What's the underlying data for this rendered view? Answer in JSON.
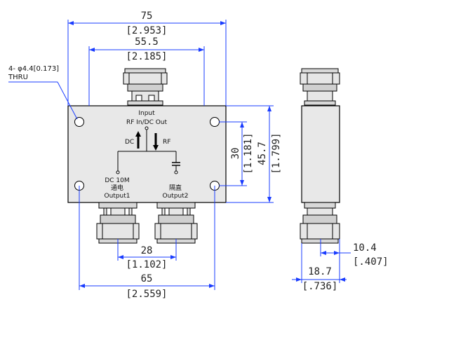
{
  "dims": {
    "overall_width_mm": "75",
    "overall_width_in": "[2.953]",
    "connector_span_mm": "55.5",
    "connector_span_in": "[2.185]",
    "hole_spacing_v_mm": "30",
    "hole_spacing_v_in": "[1.181]",
    "body_height_mm": "45.7",
    "body_height_in": "[1.799]",
    "output_pitch_mm": "28",
    "output_pitch_in": "[1.102]",
    "hole_spacing_h_mm": "65",
    "hole_spacing_h_in": "[2.559]",
    "side_thick_mm": "10.4",
    "side_thick_in": "[.407]",
    "side_width_mm": "18.7",
    "side_width_in": "[.736]"
  },
  "hole_note": {
    "line1": "4- φ4.4[0.173]",
    "line2": "THRU"
  },
  "labels": {
    "input": "Input",
    "rf_in_dc_out": "RF In/DC Out",
    "dc_arrow": "DC",
    "rf_arrow": "RF",
    "dc_10m": "DC 10M",
    "output1_cn": "通电",
    "output1": "Output1",
    "output2_cn": "隔直",
    "output2": "Output2"
  },
  "colors": {
    "dimension_line": "#1a3cff",
    "body_fill": "#e8e8e8",
    "outline": "#000000"
  }
}
